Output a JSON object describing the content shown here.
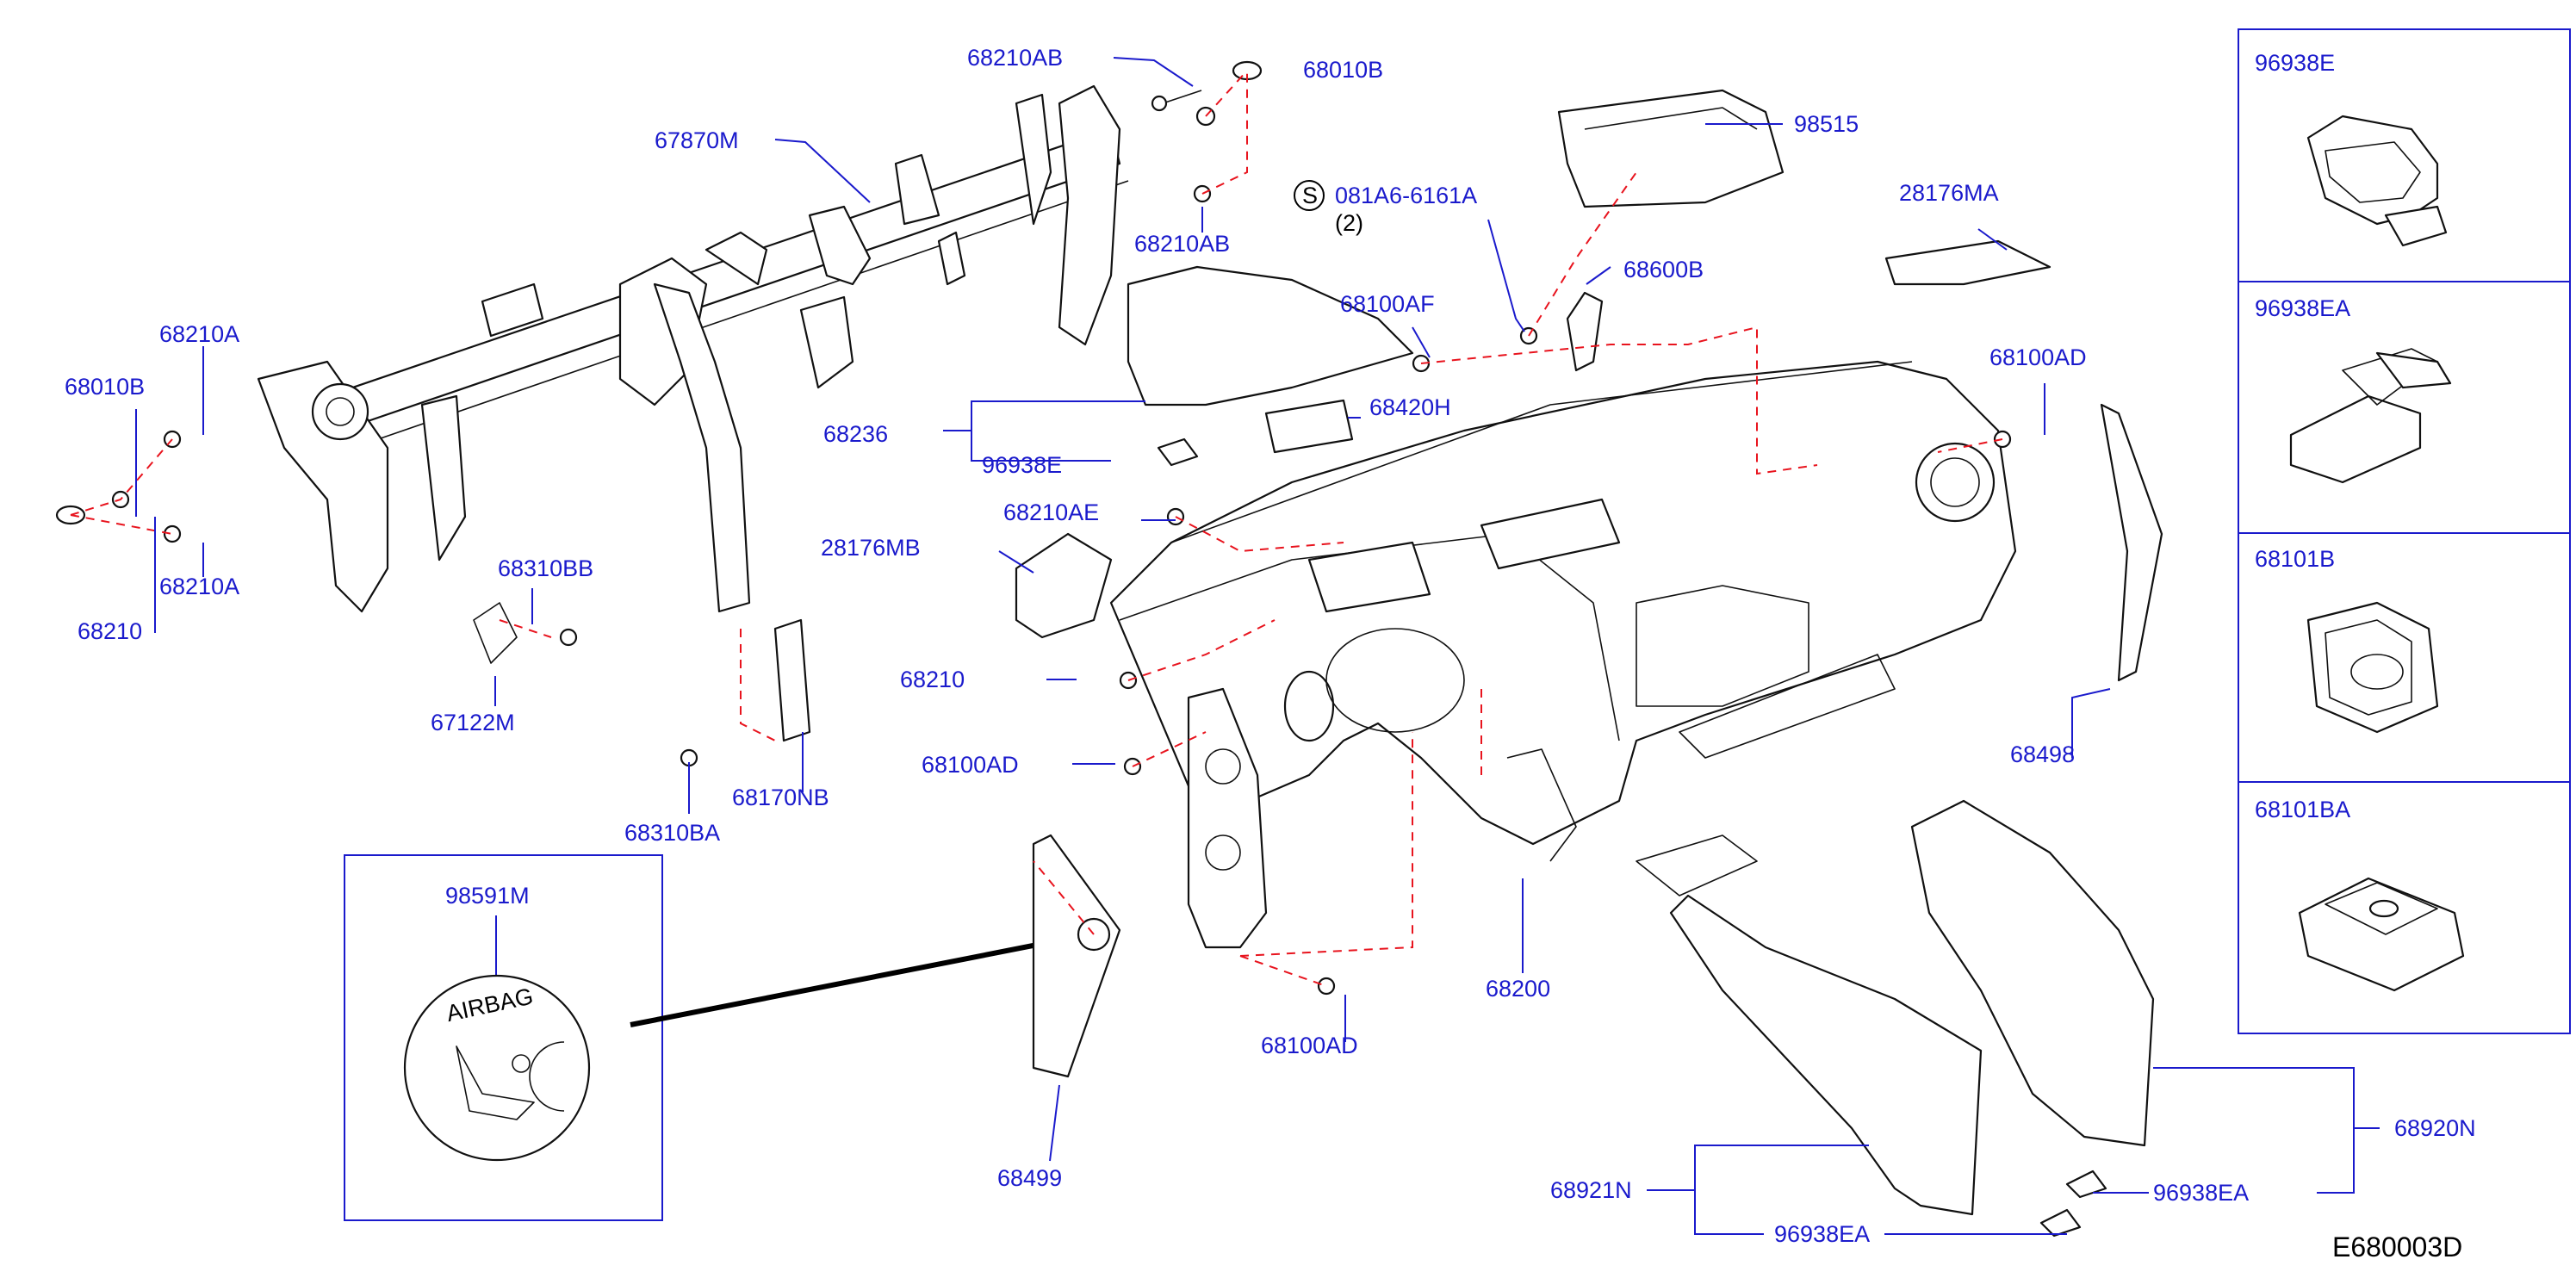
{
  "diagram_code": "E680003D",
  "callouts": {
    "p68210AB_top": "68210AB",
    "p68010B_top": "68010B",
    "p67870M": "67870M",
    "p68210AB_mid": "68210AB",
    "p081A6": "081A6-6161A",
    "p081A6_qty": "(2)",
    "p081A6_symbol": "S",
    "p98515": "98515",
    "p28176MA": "28176MA",
    "p68600B": "68600B",
    "p68100AF": "68100AF",
    "p68100AD_r": "68100AD",
    "p68210A_1": "68210A",
    "p68010B_l": "68010B",
    "p68210A_2": "68210A",
    "p682_l": "68210",
    "p68236": "68236",
    "p96938E_mid": "96938E",
    "p68420H": "68420H",
    "p68210AE": "68210AE",
    "p28176MB": "28176MB",
    "p68310BB": "68310BB",
    "p67122M": "67122M",
    "p682_mid": "68210",
    "p68100AD_l": "68100AD",
    "p68310BA": "68310BA",
    "p68170NB": "68170NB",
    "p68498": "68498",
    "p98591M": "98591M",
    "airbag_text": "AIRBAG",
    "p68499": "68499",
    "p68100AD_b": "68100AD",
    "p68200": "68200",
    "p68921N": "68921N",
    "p96938EA_b": "96938EA",
    "p68920N": "68920N",
    "p96938EA_r": "96938EA"
  },
  "side_panel": [
    {
      "label": "96938E"
    },
    {
      "label": "96938EA"
    },
    {
      "label": "68101B"
    },
    {
      "label": "68101BA"
    }
  ],
  "colors": {
    "label": "#1a1acc",
    "dashed_link": "#e8141e",
    "line_art": "#111111"
  }
}
